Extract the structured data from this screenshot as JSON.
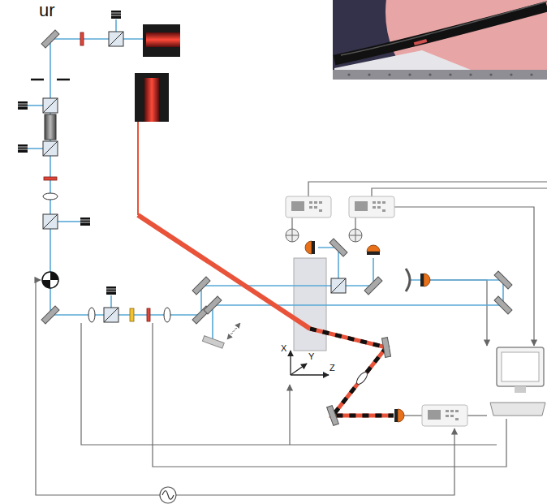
{
  "diagram": {
    "labels": [
      "ur",
      "X",
      "Y",
      "Z"
    ]
  }
}
